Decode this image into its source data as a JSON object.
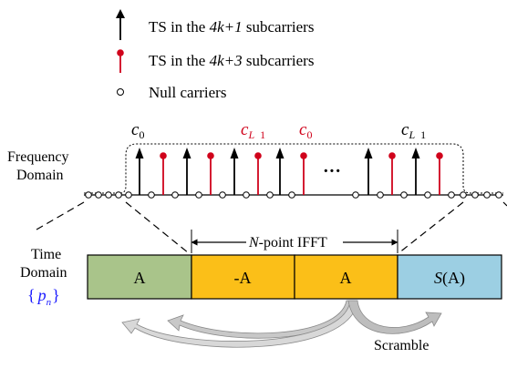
{
  "legend": {
    "items": [
      {
        "prefix": "TS in the ",
        "emph": "4k+1",
        "suffix": " subcarriers",
        "color": "#000000",
        "marker": "arrow"
      },
      {
        "prefix": "TS in the ",
        "emph": "4k+3",
        "suffix": " subcarriers",
        "color": "#d0021b",
        "marker": "pin"
      },
      {
        "prefix": "",
        "emph": "",
        "suffix": "Null carriers",
        "color": "#000000",
        "marker": "circle"
      }
    ]
  },
  "frequency": {
    "label_line1": "Frequency",
    "label_line2": "Domain",
    "c0_black": {
      "base": "c",
      "sub": "0"
    },
    "cl1_red": {
      "base": "c",
      "sub": "L",
      "sub2": "1"
    },
    "c0_red": {
      "base": "c",
      "sub": "0"
    },
    "cl1_black": {
      "base": "c",
      "sub": "L",
      "sub2": "1"
    },
    "ellipsis": "···"
  },
  "time": {
    "label_line1": "Time",
    "label_line2": "Domain",
    "seq_open": "{",
    "seq_var": "p",
    "seq_sub": "n",
    "seq_close": "}",
    "ifft_prefix": "N",
    "ifft_suffix": "-point IFFT",
    "blocks": [
      {
        "label": "A",
        "color": "#a9c48a"
      },
      {
        "label": "-A",
        "color": "#fbbf18"
      },
      {
        "label": "A",
        "color": "#fbbf18"
      },
      {
        "label_italic": "S",
        "label_rest": "(A)",
        "color": "#9ccfe3"
      }
    ],
    "scramble_label": "Scramble"
  },
  "colors": {
    "black": "#000000",
    "red": "#d0021b",
    "blue": "#1a1aff"
  }
}
